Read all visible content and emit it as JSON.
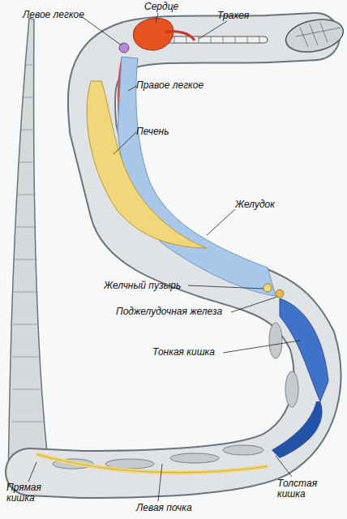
{
  "diagram": {
    "labels": [
      "Левое легкое",
      "Сердце",
      "Трахея",
      "Правое легкое",
      "Печень",
      "Желудок",
      "Желчный пузырь",
      "Поджелудочная железа",
      "Тонкая кишка",
      "Толстая кишка",
      "Прямая кишка",
      "Левая почка"
    ]
  }
}
